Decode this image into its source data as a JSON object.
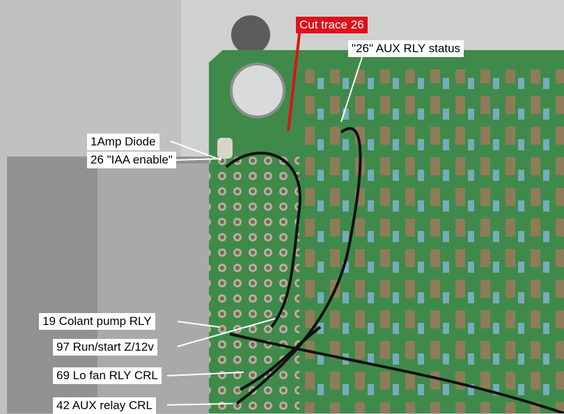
{
  "annotations": {
    "cut_trace": "Cut trace 26",
    "aux_rly_status": "\"26\" AUX RLY status",
    "diode": "1Amp Diode",
    "iaa_enable": "26 \"IAA enable\"",
    "coolant_pump": "19 Colant pump RLY",
    "run_start": "97 Run/start Z/12v",
    "lo_fan": "69 Lo fan RLY CRL",
    "aux_relay": "42 AUX relay CRL"
  },
  "colors": {
    "pcb": "#3f8a4a",
    "highlight": "#e0101a",
    "label_bg": "#ffffff"
  }
}
